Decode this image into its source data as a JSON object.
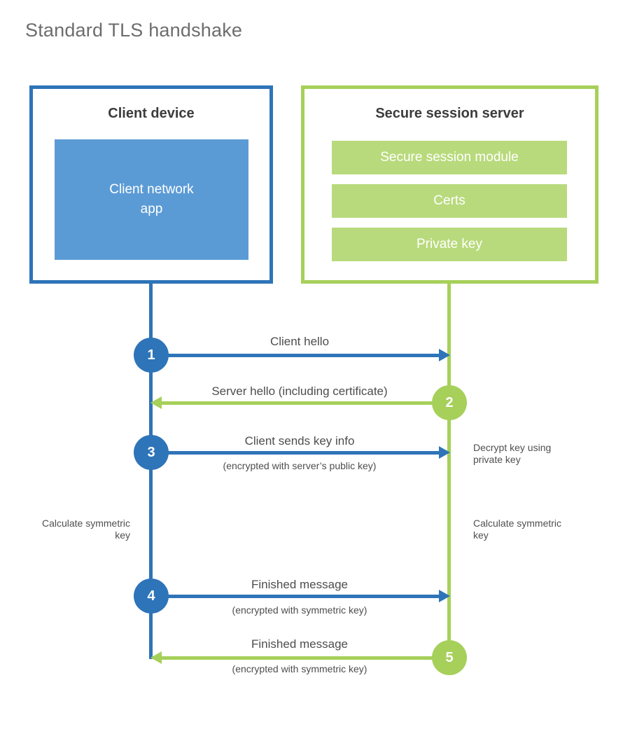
{
  "title": "Standard TLS handshake",
  "colors": {
    "blue": "#2e74b8",
    "blue_fill": "#5b9bd5",
    "green": "#a6d05a",
    "green_fill": "#b8da7c"
  },
  "client_box": {
    "title": "Client device",
    "app_label": "Client network app"
  },
  "server_box": {
    "title": "Secure session server",
    "modules": [
      "Secure session module",
      "Certs",
      "Private key"
    ]
  },
  "steps": [
    {
      "number": "1",
      "from": "client",
      "direction": "right",
      "label": "Client hello",
      "sublabel": ""
    },
    {
      "number": "2",
      "from": "server",
      "direction": "left",
      "label": "Server hello (including certificate)",
      "sublabel": ""
    },
    {
      "number": "3",
      "from": "client",
      "direction": "right",
      "label": "Client sends key info",
      "sublabel": "(encrypted with server’s public key)"
    },
    {
      "number": "4",
      "from": "client",
      "direction": "right",
      "label": "Finished message",
      "sublabel": "(encrypted with symmetric key)"
    },
    {
      "number": "5",
      "from": "server",
      "direction": "left",
      "label": "Finished message",
      "sublabel": "(encrypted with symmetric key)"
    }
  ],
  "annotations": {
    "decrypt": "Decrypt key using private key",
    "calculate_left": "Calculate symmetric key",
    "calculate_right": "Calculate symmetric key"
  }
}
